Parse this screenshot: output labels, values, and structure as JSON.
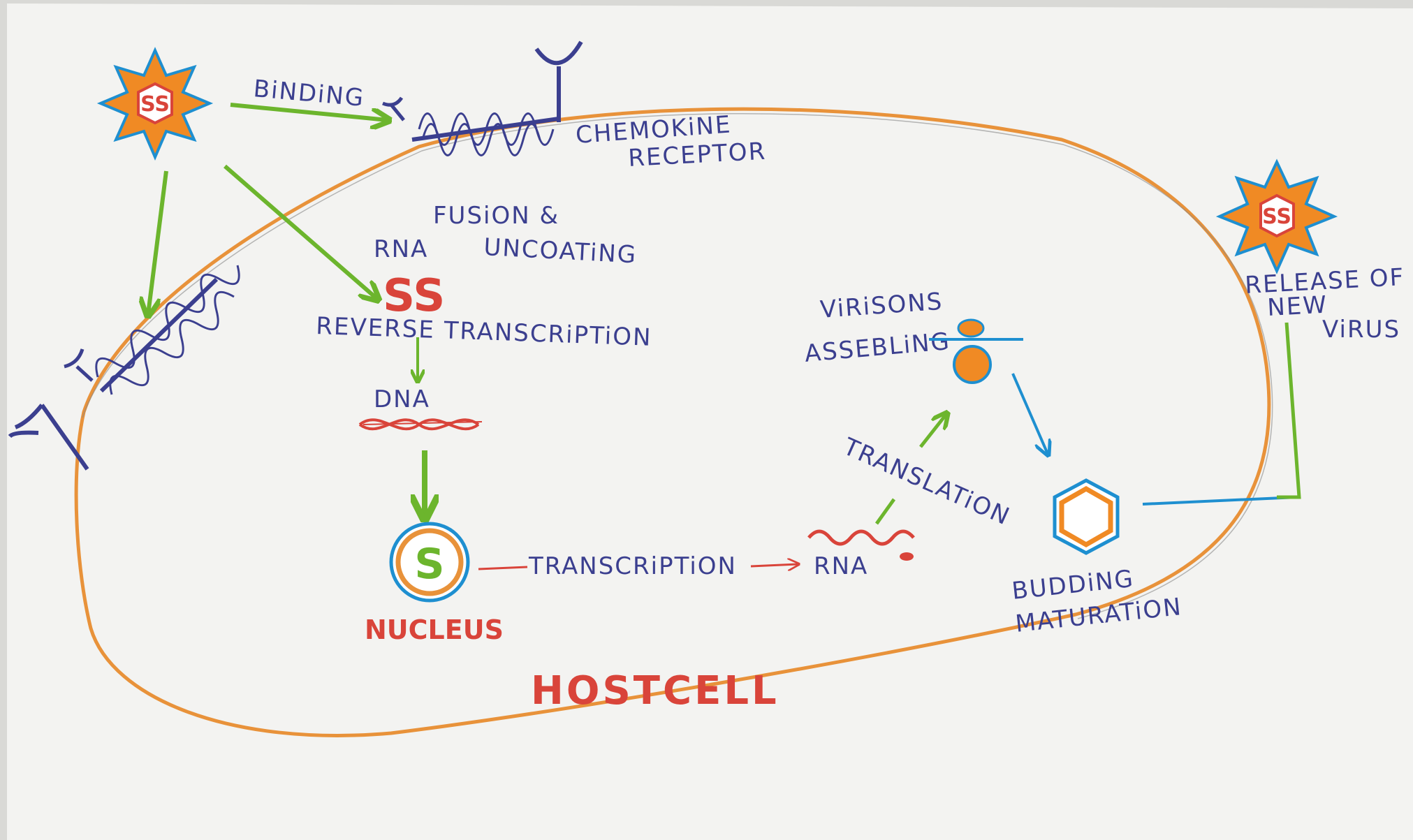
{
  "labels": {
    "binding": "BiNDiNG",
    "chemokine": "CHEMOKiNE",
    "receptor": "RECEPTOR",
    "fusion": "FUSiON &",
    "rna_uncoating": "UNCOATiNG",
    "rna": "RNA",
    "ss_strand": "SS",
    "reverse_transcription": "REVERSE TRANSCRiPTiON",
    "dna": "DNA",
    "nucleus": "NUCLEUS",
    "nucleus_symbol": "S",
    "transcription": "TRANSCRiPTiON",
    "rna_transcript": "RNA",
    "translation": "TRANSLATiON",
    "virions_line1": "ViRiSONS",
    "virions_line2": "ASSEBLiNG",
    "budding_line1": "BUDDiNG",
    "budding_line2": "MATURATiON",
    "release_line1": "RELEASE OF",
    "release_line2": "NEW",
    "release_line3": "ViRUS",
    "hostcell": "HOSTCELL",
    "virus_symbol": "SS"
  },
  "colors": {
    "paper": "#f3f3f1",
    "membrane": "#e8923a",
    "ink_blue": "#3b3f8f",
    "ink_red": "#d9443a",
    "ink_green": "#6cb52d",
    "ink_cyan": "#1e8fd0",
    "virus_orange": "#f08a24"
  }
}
